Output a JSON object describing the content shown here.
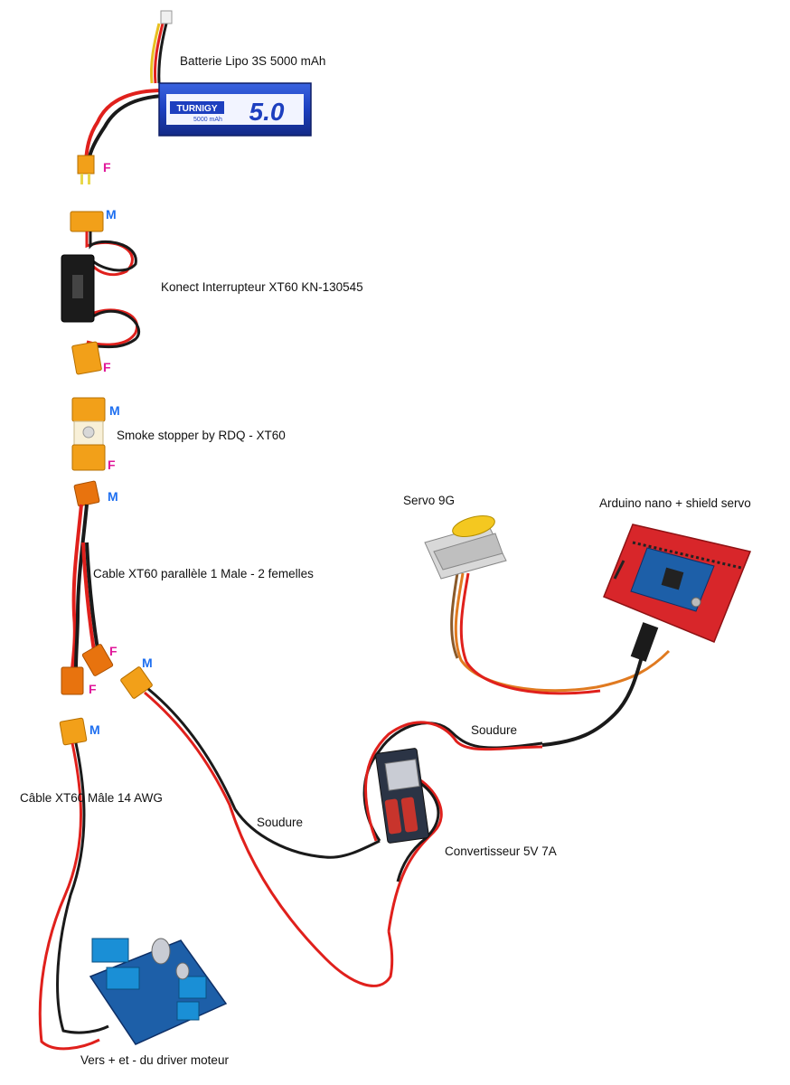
{
  "components": {
    "battery": {
      "label": "Batterie Lipo 3S 5000 mAh",
      "brand": "TURNIGY",
      "capacity": "5.0",
      "mah": "5000 mAh",
      "connector_gender": "F"
    },
    "switch": {
      "label": "Konect Interrupteur XT60 KN-130545",
      "top_gender": "M",
      "bottom_gender": "F"
    },
    "smoke_stopper": {
      "label": "Smoke stopper by RDQ - XT60",
      "top_gender": "M",
      "bottom_gender": "F"
    },
    "parallel_cable": {
      "label": "Cable XT60 parallèle 1 Male - 2 femelles",
      "top_gender": "M",
      "out1_gender": "F",
      "out2_gender": "F"
    },
    "male_cable_a": {
      "gender": "M"
    },
    "male_cable_b": {
      "label": "Câble XT60 Mâle 14 AWG",
      "gender": "M"
    },
    "servo": {
      "label": "Servo 9G"
    },
    "arduino": {
      "label": "Arduino nano + shield servo"
    },
    "converter": {
      "label": "Convertisseur 5V 7A"
    },
    "solder_1": {
      "label": "Soudure"
    },
    "solder_2": {
      "label": "Soudure"
    },
    "driver": {
      "label": "Vers + et - du driver moteur"
    }
  },
  "colors": {
    "wire_red": "#e0201c",
    "wire_black": "#1a1a1a",
    "xt60_yellow": "#f2a019",
    "battery_blue": "#1d3fbf",
    "pcb_red": "#d8262a",
    "pcb_blue": "#1d5fa8",
    "terminal_blue": "#1a8fd6",
    "male_label": "#1e6ff0",
    "female_label": "#e0189a"
  }
}
